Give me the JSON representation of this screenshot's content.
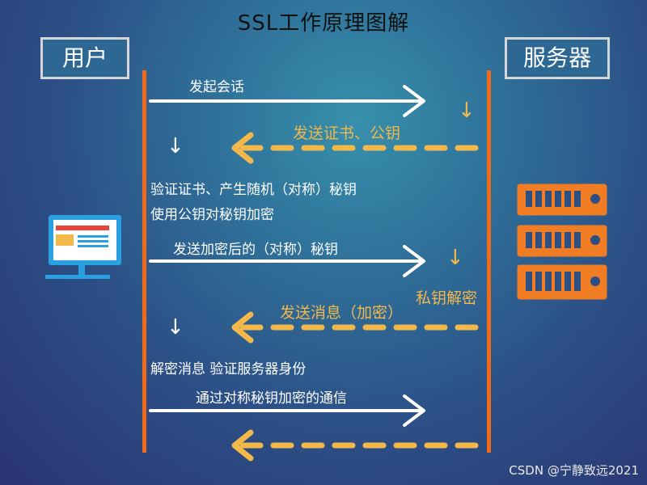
{
  "title": "SSL工作原理图解",
  "actors": {
    "user": "用户",
    "server": "服务器"
  },
  "messages": {
    "m1": "发起会话",
    "m2": "发送证书、公钥",
    "note1_line1": "验证证书、产生随机（对称）秘钥",
    "note1_line2": "使用公钥对秘钥加密",
    "m3": "发送加密后的（对称）秘钥",
    "server_note": "私钥解密",
    "m4": "发送消息（加密）",
    "note2": "解密消息   验证服务器身份",
    "m5": "通过对称秘钥加密的通信"
  },
  "colors": {
    "lifeline": "#f06a1c",
    "dashed": "#f3b84a",
    "solid": "#ffffff",
    "server_icon": "#f07d24",
    "monitor": "#2aa0e0"
  },
  "icons": {
    "down_arrow": "↓",
    "user_icon": "monitor-icon",
    "server_icon": "server-rack-icon"
  },
  "watermark": "CSDN @宁静致远2021"
}
